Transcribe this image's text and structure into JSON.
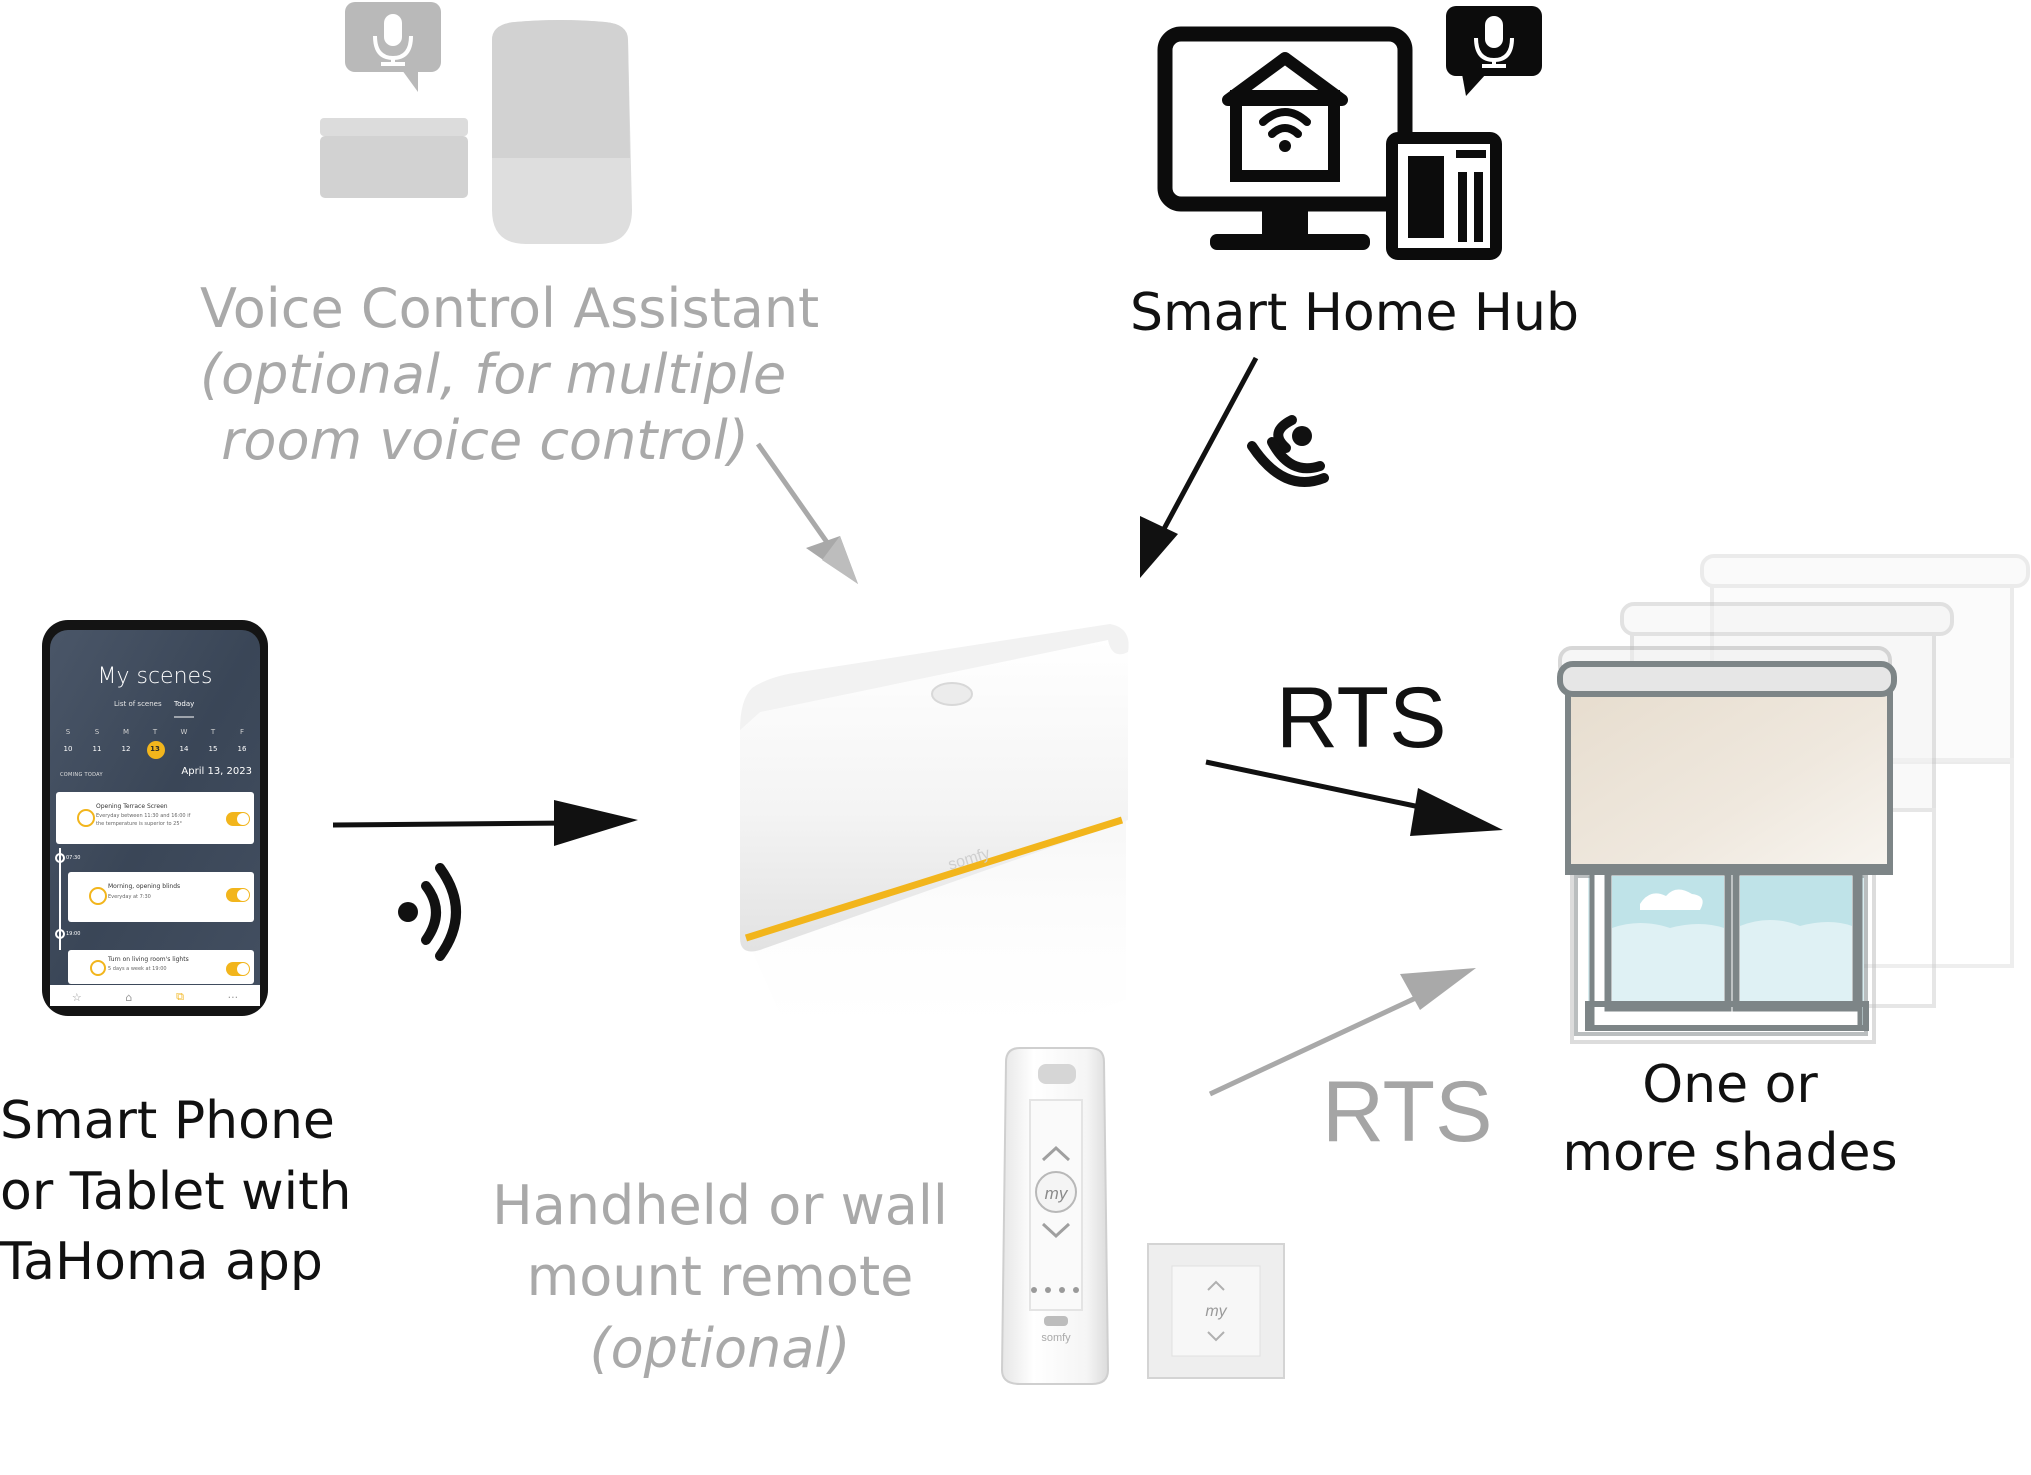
{
  "labels": {
    "voice": {
      "line1": "Voice Control Assistant",
      "line2": "(optional, for multiple",
      "line3": "room voice control)"
    },
    "hub": {
      "line1": "Smart Home Hub"
    },
    "phone": {
      "line1": "Smart Phone",
      "line2": "or Tablet with",
      "line3": "TaHoma app"
    },
    "remote": {
      "line1": "Handheld or wall",
      "line2": "mount remote",
      "line3": "(optional)"
    },
    "shades": {
      "line1": "One or",
      "line2": "more shades"
    },
    "rts_primary": "RTS",
    "rts_secondary": "RTS"
  },
  "app": {
    "title": "My scenes",
    "tabs": [
      "List of scenes",
      "Today"
    ],
    "weekdays": [
      "S",
      "S",
      "M",
      "T",
      "W",
      "T",
      "F"
    ],
    "dates": [
      "10",
      "11",
      "12",
      "13",
      "14",
      "15",
      "16"
    ],
    "selected_date": "13",
    "section_label": "COMING TODAY",
    "date_label": "April 13, 2023",
    "times": [
      "07:30",
      "19:00"
    ],
    "scenes": [
      {
        "title": "Opening Terrace Screen",
        "detail1": "Everyday between 11:30 and 16:00 if",
        "detail2": "the temperature is superior to 25°"
      },
      {
        "title": "Morning, opening blinds",
        "detail1": "Everyday at 7:30",
        "detail2": ""
      },
      {
        "title": "Turn on living room's lights",
        "detail1": "5 days a week at 19:00",
        "detail2": ""
      }
    ]
  },
  "brand": {
    "hub_logo": "somfy",
    "remote_logo": "somfy",
    "remote_button": "my",
    "switch_button": "my"
  },
  "colors": {
    "primary": "#111111",
    "muted": "#a9a9a9",
    "accent_yellow": "#f2b51c",
    "app_background": "#3d4a5c",
    "window_frame": "#7d8587",
    "sky": "#bfe3e8"
  },
  "icons": [
    "microphone-icon",
    "smart-speaker-icon",
    "smart-home-hub-icon",
    "wireless-signal-icon",
    "smartphone-icon",
    "tahoma-hub-icon",
    "handheld-remote-icon",
    "wall-switch-icon",
    "roller-shade-icon"
  ]
}
